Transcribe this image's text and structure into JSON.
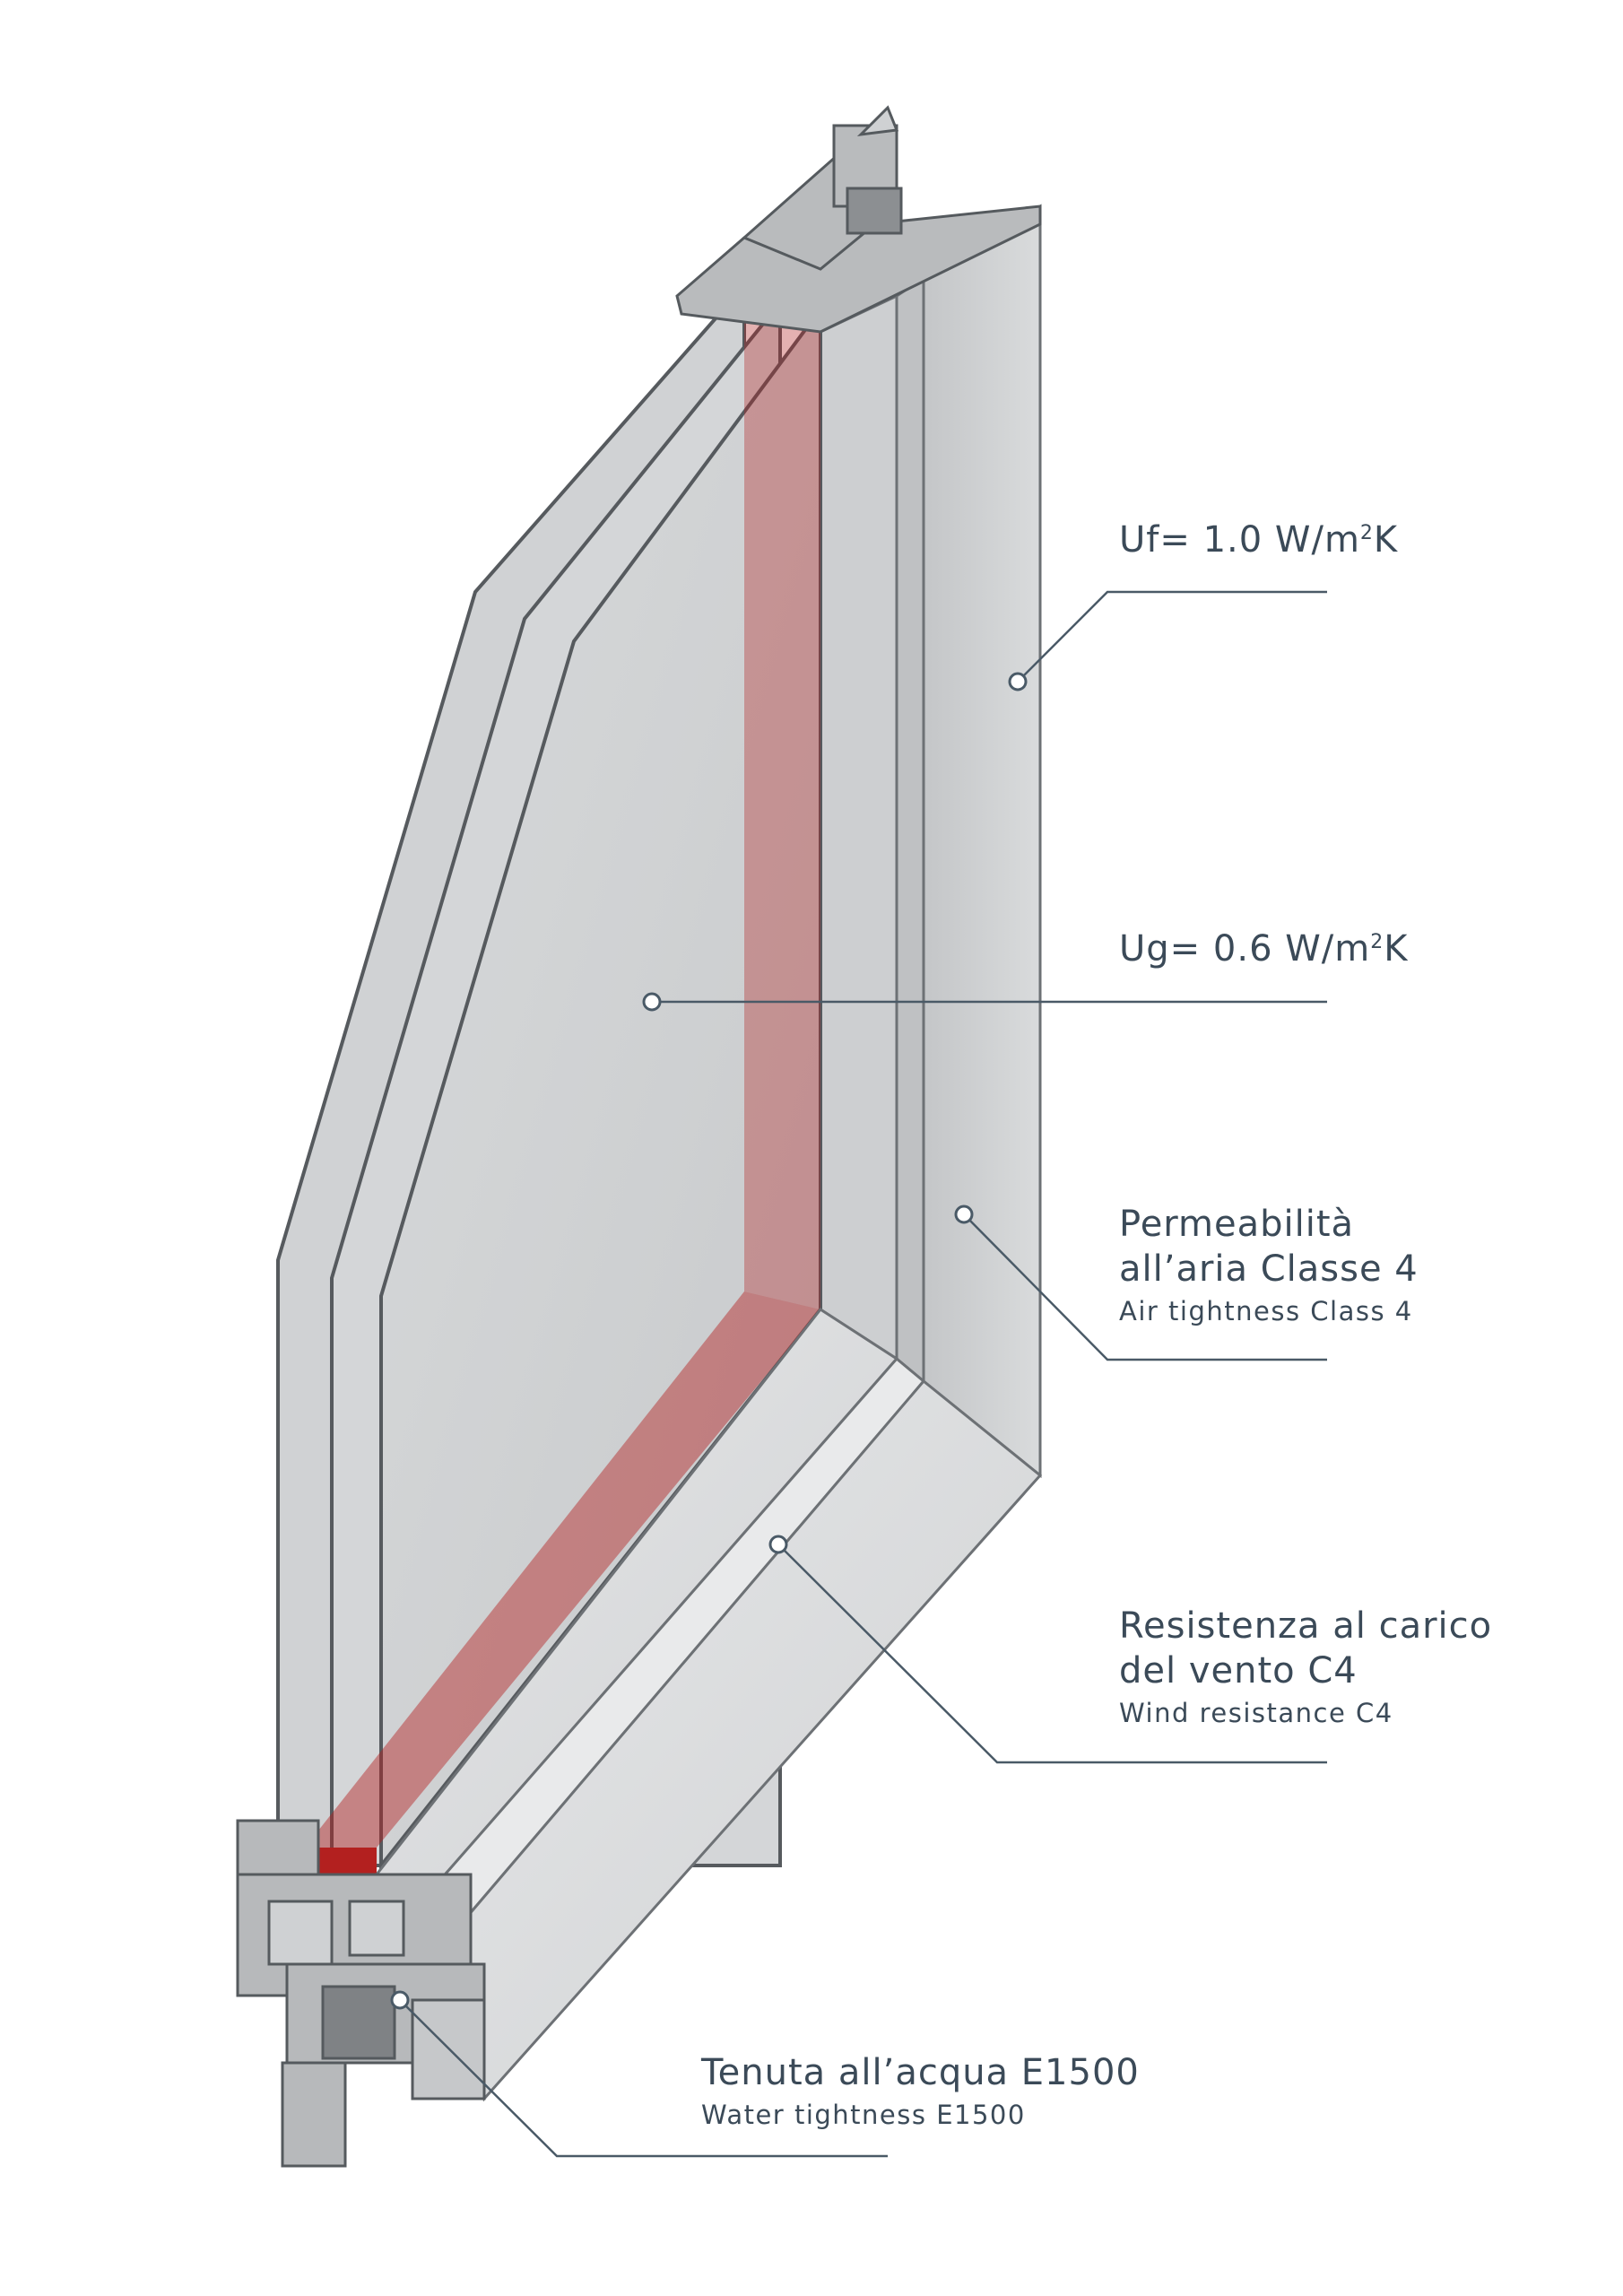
{
  "callouts": [
    {
      "id": "uf",
      "main_prefix": "Uf= 1.0 W/m",
      "superscript": "2",
      "main_suffix": "K"
    },
    {
      "id": "ug",
      "main_prefix": "Ug= 0.6 W/m",
      "superscript": "2",
      "main_suffix": "K"
    },
    {
      "id": "air",
      "lines": [
        "Permeabilità",
        "all’aria Classe 4"
      ],
      "sub": "Air tightness Class 4"
    },
    {
      "id": "wind",
      "lines": [
        "Resistenza al carico",
        "del vento C4"
      ],
      "sub": "Wind resistance C4"
    },
    {
      "id": "water",
      "lines": [
        "Tenuta all’acqua E1500"
      ],
      "sub": "Water tightness E1500"
    }
  ],
  "colors": {
    "label_text": "#3b4a58",
    "leader_line": "#4a5a67",
    "frame_gray": "#c9cbcd",
    "glass_gray": "#d3d5d7",
    "spacer_red": "#b3201f"
  }
}
